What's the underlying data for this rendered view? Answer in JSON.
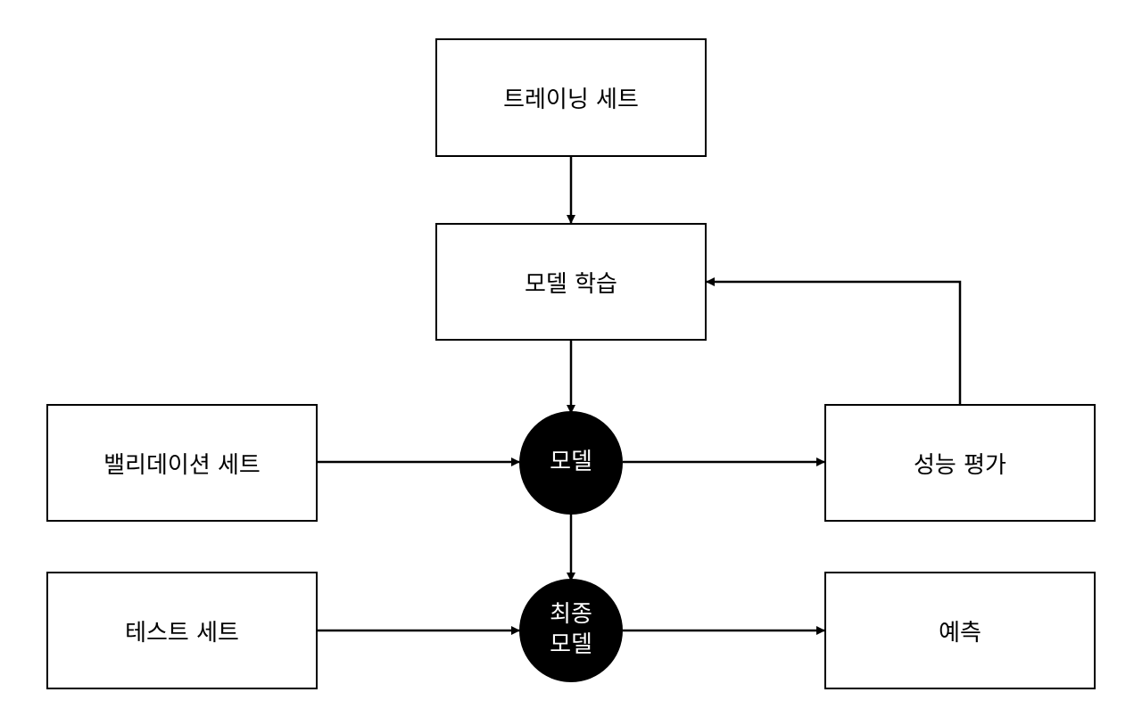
{
  "diagram": {
    "nodes": {
      "training_set": "트레이닝 세트",
      "model_training": "모델 학습",
      "validation_set": "밸리데이션 세트",
      "model": "모델",
      "performance_eval": "성능 평가",
      "test_set": "테스트 세트",
      "final_model_line1": "최종",
      "final_model_line2": "모델",
      "prediction": "예측"
    },
    "colors": {
      "stroke": "#000000",
      "node_fill": "#000000",
      "node_text": "#ffffff",
      "box_fill": "#ffffff"
    }
  }
}
